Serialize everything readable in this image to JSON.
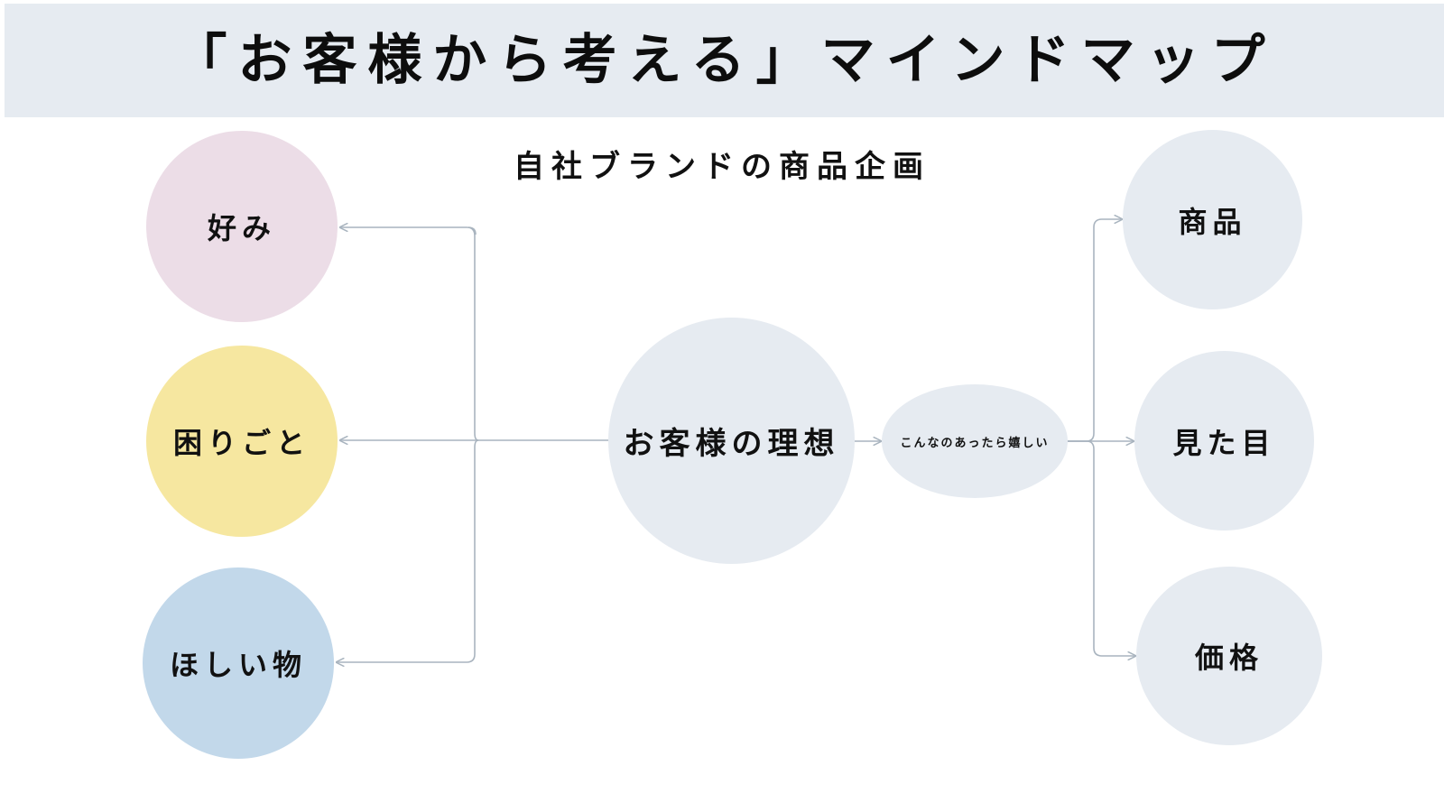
{
  "title": "「お客様から考える」マインドマップ",
  "subtitle": "自社ブランドの商品企画",
  "center": {
    "label": "お客様の理想"
  },
  "left_nodes": [
    {
      "label": "好み",
      "color": "#ecdde7"
    },
    {
      "label": "困りごと",
      "color": "#f6e7a0"
    },
    {
      "label": "ほしい物",
      "color": "#c2d8ea"
    }
  ],
  "middle_node": {
    "label": "こんなのあったら嬉しい"
  },
  "right_nodes": [
    {
      "label": "商品"
    },
    {
      "label": "見た目"
    },
    {
      "label": "価格"
    }
  ],
  "colors": {
    "header_band": "#e6ebf1",
    "neutral_node": "#e6ebf1",
    "connector": "#a9b4bf"
  }
}
